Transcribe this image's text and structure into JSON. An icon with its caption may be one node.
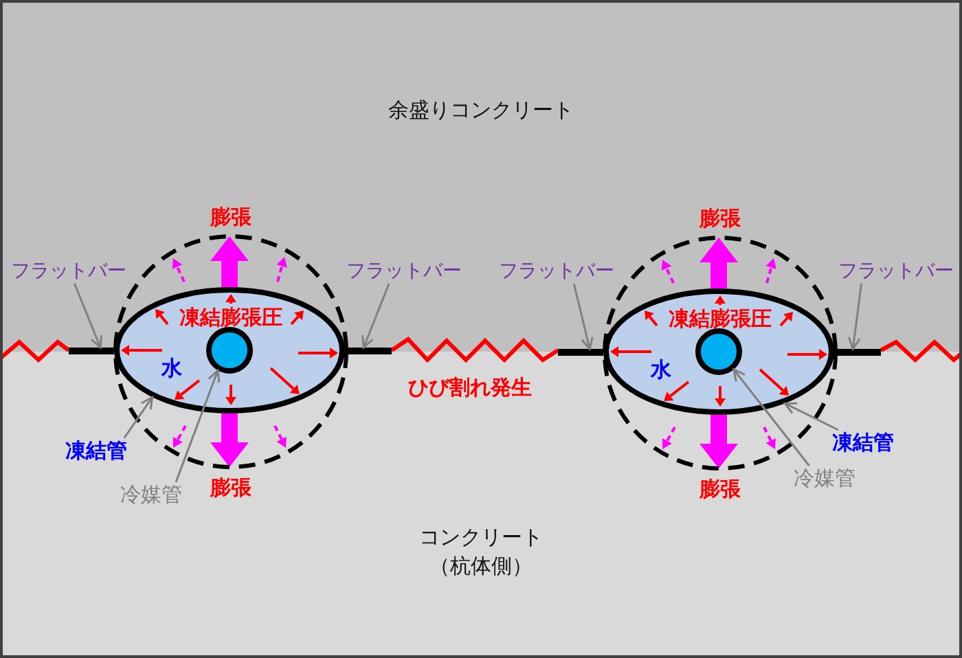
{
  "diagram": {
    "nodes": [
      {
        "text": [
          "余盛りコンクリート"
        ]
      },
      {
        "text": [
          "コンクリート（杭体側）"
        ]
      },
      {
        "text": [
          "フラットバー"
        ],
        "in": 0
      },
      {
        "text": [
          "フラットバー"
        ],
        "in": 0
      },
      {
        "text": [
          "凍結膨張圧",
          "水"
        ]
      },
      {
        "text": [],
        "shape": "circle",
        "in": 4
      },
      {
        "text": [],
        "shape": "bar"
      },
      {
        "text": [],
        "shape": "bar"
      },
      {
        "text": [
          "凍結管"
        ],
        "in": 1
      },
      {
        "text": [
          "冷媒管"
        ],
        "in": 1
      },
      {
        "text": [
          "フラットバー"
        ],
        "in": 0
      },
      {
        "text": [
          "フラットバー"
        ],
        "in": 0
      },
      {
        "text": [
          "凍結膨張圧",
          "水"
        ]
      },
      {
        "text": [],
        "shape": "circle",
        "in": 12
      },
      {
        "text": [],
        "shape": "bar"
      },
      {
        "text": [],
        "shape": "bar"
      },
      {
        "text": [
          "凍結管"
        ],
        "in": 1
      },
      {
        "text": [
          "冷媒管"
        ],
        "in": 1
      }
    ],
    "edges": [
      {
        "from": 2,
        "to": 6,
        "arrow": "to"
      },
      {
        "from": 3,
        "to": 7,
        "arrow": "to"
      },
      {
        "from": 8,
        "to": 4,
        "arrow": "to"
      },
      {
        "from": 9,
        "to": 5,
        "arrow": "to"
      },
      {
        "from": 10,
        "to": 14,
        "arrow": "to"
      },
      {
        "from": 11,
        "to": 15,
        "arrow": "to"
      },
      {
        "from": 16,
        "to": 12,
        "arrow": "to"
      },
      {
        "from": 17,
        "to": 13,
        "arrow": "to"
      }
    ],
    "labels": [
      "膨張",
      "膨張",
      "ひび割れ発生",
      "膨張",
      "膨張"
    ]
  }
}
